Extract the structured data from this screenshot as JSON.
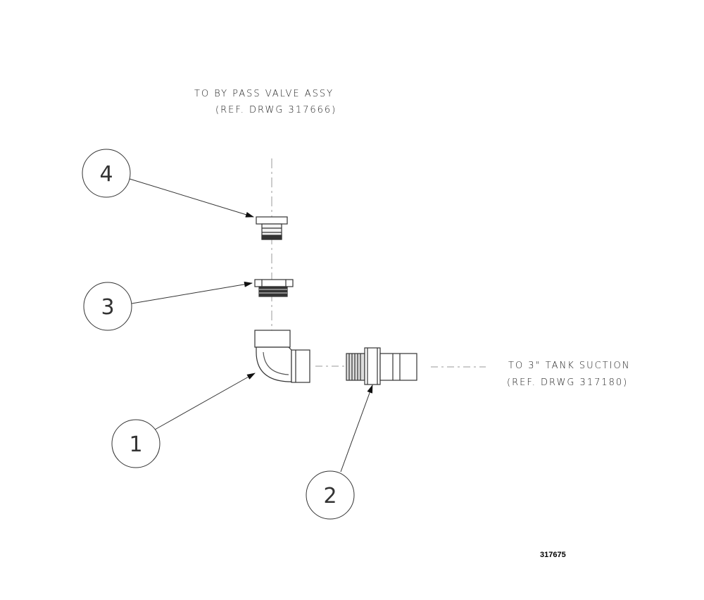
{
  "notes": {
    "bypass_line1": "TO BY PASS VALVE ASSY",
    "bypass_line2": "(REF. DRWG 317666)",
    "tank_line1": "TO 3\" TANK SUCTION",
    "tank_line2": "(REF. DRWG 317180)"
  },
  "balloons": [
    {
      "id": "balloon-1",
      "label": "1"
    },
    {
      "id": "balloon-2",
      "label": "2"
    },
    {
      "id": "balloon-3",
      "label": "3"
    },
    {
      "id": "balloon-4",
      "label": "4"
    }
  ],
  "drawing_number": "317675",
  "colors": {
    "line": "#333333",
    "centerline": "#888888"
  }
}
